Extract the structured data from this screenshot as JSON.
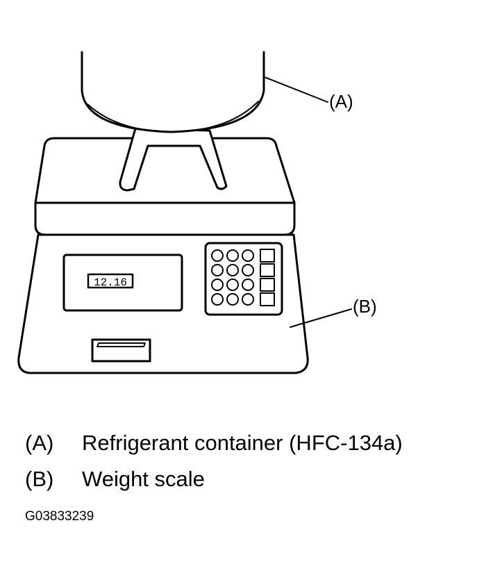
{
  "callouts": {
    "a": "(A)",
    "b": "(B)"
  },
  "scale_display": "12.16",
  "legend": [
    {
      "key": "(A)",
      "text": "Refrigerant container (HFC-134a)"
    },
    {
      "key": "(B)",
      "text": "Weight scale"
    }
  ],
  "figure_id": "G03833239",
  "colors": {
    "line": "#000000",
    "background": "#ffffff"
  }
}
